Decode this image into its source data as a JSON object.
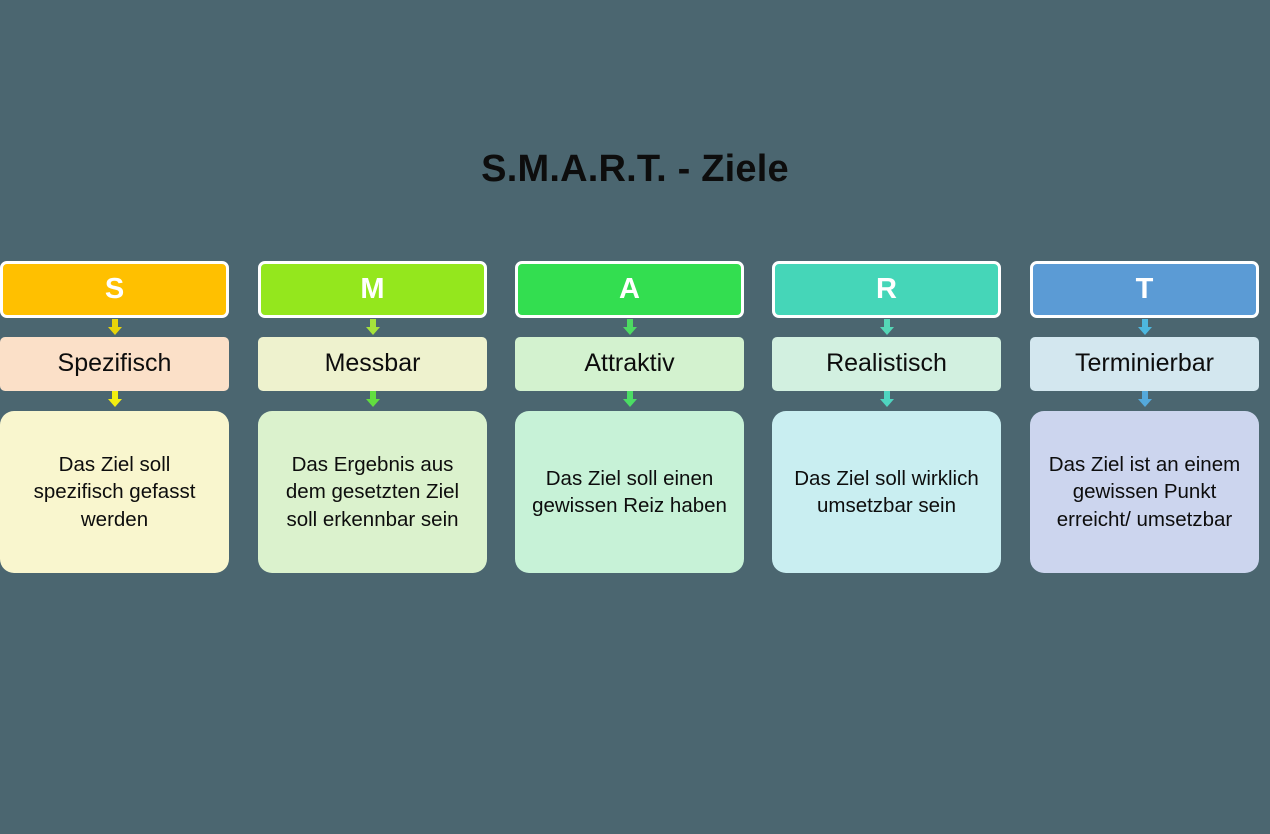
{
  "background_color": "#4b6670",
  "title": "S.M.A.R.T. - Ziele",
  "columns": [
    {
      "letter": "S",
      "label": "Spezifisch",
      "description": "Das Ziel soll\nspezifisch gefasst\nwerden",
      "header_color": "#ffc000",
      "label_color": "#fbe0c8",
      "body_color": "#f9f6ce",
      "arrow_color": "#e8d40a",
      "arrow2_color": "#f2ee10"
    },
    {
      "letter": "M",
      "label": "Messbar",
      "description": "Das Ergebnis aus\ndem gesetzten Ziel\nsoll erkennbar sein",
      "header_color": "#94e71d",
      "label_color": "#eef2ce",
      "body_color": "#dbf2cd",
      "arrow_color": "#a5e33a",
      "arrow2_color": "#62dd3f"
    },
    {
      "letter": "A",
      "label": "Attraktiv",
      "description": "Das Ziel soll einen\ngewissen Reiz haben",
      "header_color": "#33de50",
      "label_color": "#d3f2cf",
      "body_color": "#c7f2d7",
      "arrow_color": "#4ddb62",
      "arrow2_color": "#4bdd64"
    },
    {
      "letter": "R",
      "label": "Realistisch",
      "description": "Das Ziel soll wirklich\numsetzbar sein",
      "header_color": "#45d6b8",
      "label_color": "#d2f0e0",
      "body_color": "#c9eef1",
      "arrow_color": "#55d7b6",
      "arrow2_color": "#4fd4c0"
    },
    {
      "letter": "T",
      "label": "Terminierbar",
      "description": "Das Ziel ist an einem\ngewissen Punkt\nerreicht/ umsetzbar",
      "header_color": "#5b9bd5",
      "label_color": "#d3e7ef",
      "body_color": "#ccd5ee",
      "arrow_color": "#4db8e0",
      "arrow2_color": "#54a9dc"
    }
  ]
}
